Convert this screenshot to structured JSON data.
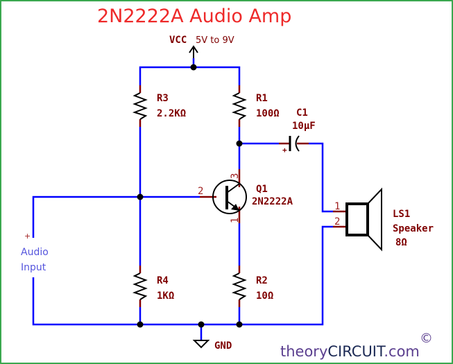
{
  "title": "2N2222A Audio Amp",
  "power": {
    "net": "VCC",
    "range": "5V to 9V"
  },
  "ground": {
    "net": "GND"
  },
  "components": {
    "R1": {
      "ref": "R1",
      "value": "100Ω"
    },
    "R2": {
      "ref": "R2",
      "value": "10Ω"
    },
    "R3": {
      "ref": "R3",
      "value": "2.2KΩ"
    },
    "R4": {
      "ref": "R4",
      "value": "1KΩ"
    },
    "C1": {
      "ref": "C1",
      "value": "10µF",
      "polarity_mark": "+"
    },
    "Q1": {
      "ref": "Q1",
      "value": "2N2222A",
      "pins": {
        "collector": "3",
        "base": "2",
        "emitter": "1"
      }
    },
    "LS1": {
      "ref": "LS1",
      "value": "Speaker",
      "impedance": "8Ω",
      "pins": [
        "1",
        "2"
      ]
    }
  },
  "input": {
    "polarity_mark": "+",
    "line1": "Audio",
    "line2": "Input"
  },
  "branding": {
    "part1": "theory",
    "part2": "CIRCUIT",
    "part3": ".com",
    "copyright": "©"
  },
  "colors": {
    "wire": "#0000ff",
    "pin_stub": "#840000",
    "label": "#7f0000",
    "title": "#ee2a2a",
    "border": "#3aa84f"
  }
}
